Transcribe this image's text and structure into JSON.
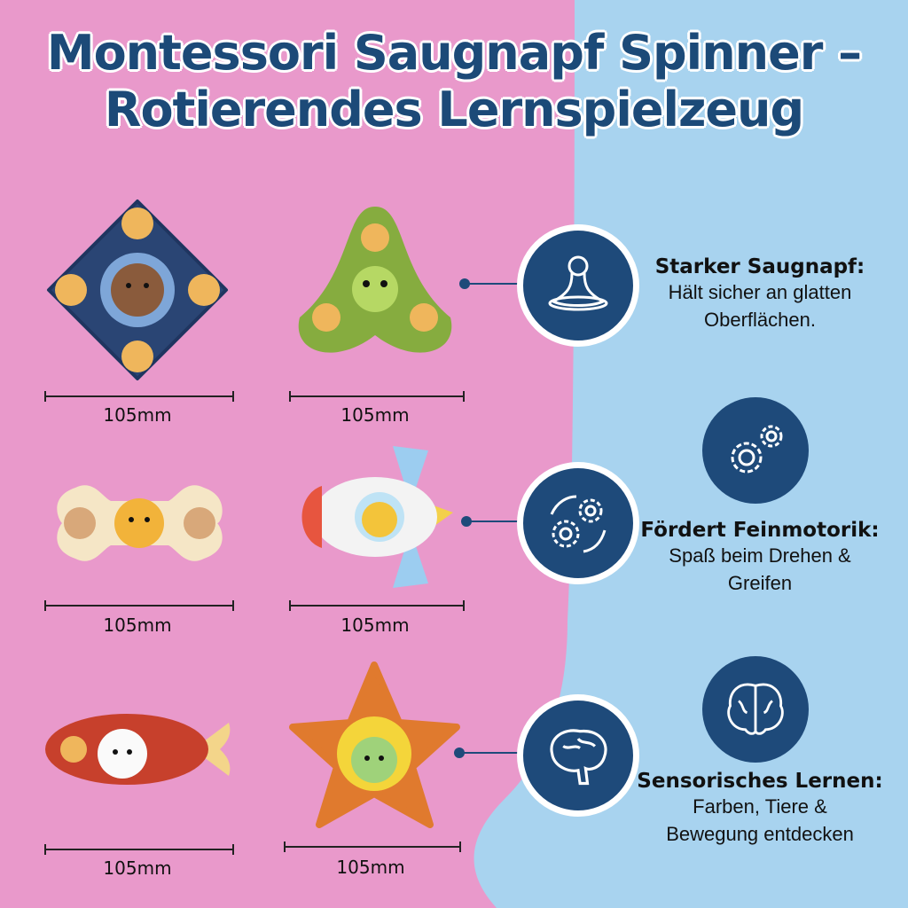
{
  "colors": {
    "pink": "#e999cb",
    "blue": "#a8d3ef",
    "navy": "#1e4a7a"
  },
  "title": {
    "line1": "Montessori Saugnapf Spinner –",
    "line2": "Rotierendes Lernspielzeug"
  },
  "products": [
    {
      "name": "bear-spinner",
      "size": "105mm"
    },
    {
      "name": "frog-spinner",
      "size": "105mm"
    },
    {
      "name": "dog-bone-spinner",
      "size": "105mm"
    },
    {
      "name": "rocket-spinner",
      "size": "105mm"
    },
    {
      "name": "cat-fish-spinner",
      "size": "105mm"
    },
    {
      "name": "star-dino-spinner",
      "size": "105mm"
    }
  ],
  "features": [
    {
      "icon": "suction-cup-icon",
      "title": "Starker Saugnapf:",
      "text1": "Hält sicher an glatten",
      "text2": "Oberflächen."
    },
    {
      "icon": "gears-icon",
      "title": "Fördert Feinmotorik:",
      "text1": "Spaß beim Drehen &",
      "text2": "Greifen"
    },
    {
      "icon": "brain-icon",
      "title": "Sensorisches Lernen:",
      "text1": "Farben, Tiere &",
      "text2": "Bewegung entdecken"
    }
  ]
}
